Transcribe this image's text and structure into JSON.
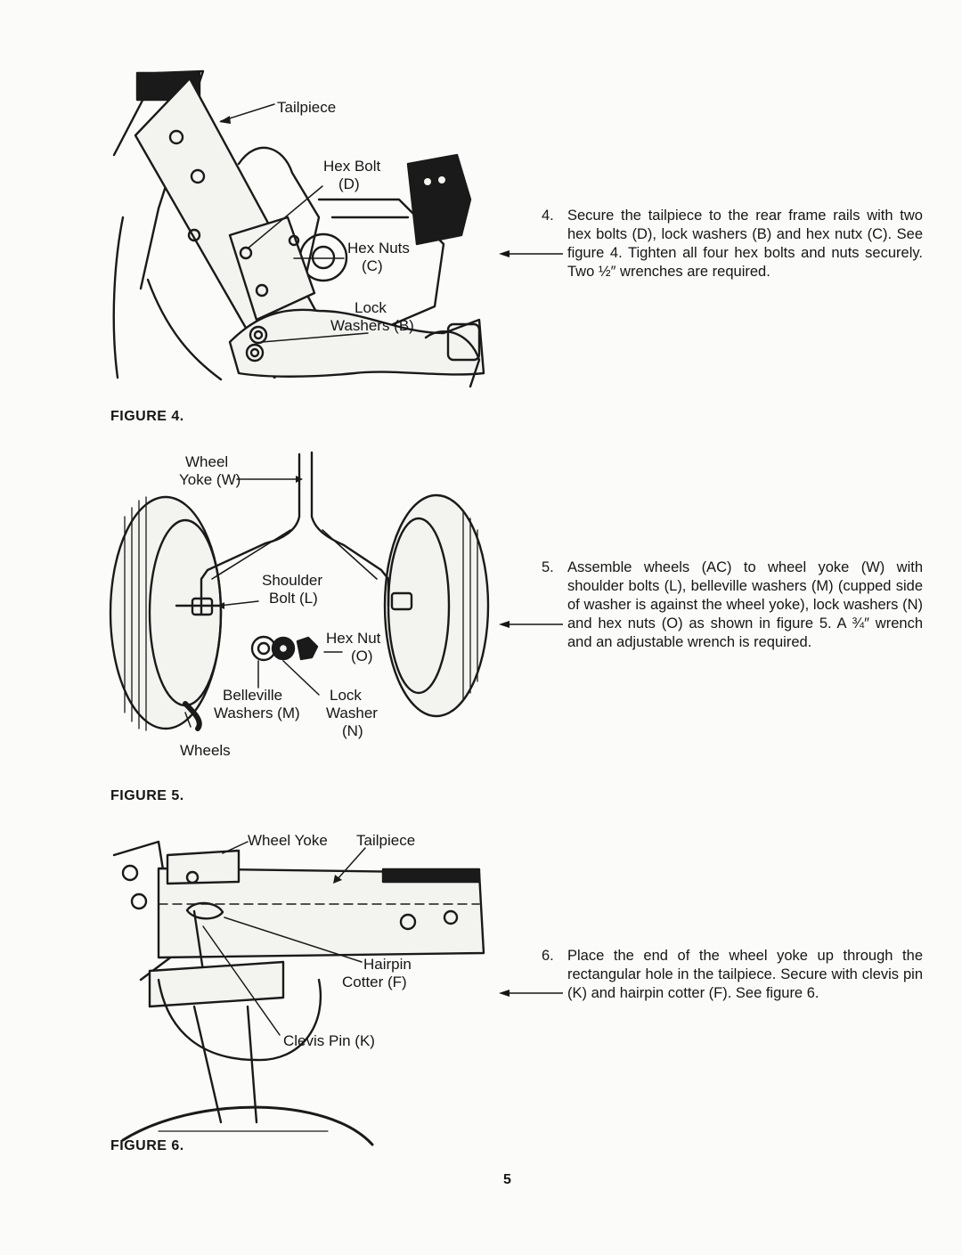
{
  "figure4": {
    "caption": "FIGURE 4.",
    "labels": {
      "tailpiece": "Tailpiece",
      "hex_bolt": "Hex Bolt",
      "hex_bolt_code": "(D)",
      "hex_nuts": "Hex Nuts",
      "hex_nuts_code": "(C)",
      "lock": "Lock",
      "lock_washers": "Washers (B)"
    }
  },
  "figure5": {
    "caption": "FIGURE 5.",
    "labels": {
      "wheel": "Wheel",
      "yoke": "Yoke (W)",
      "shoulder": "Shoulder",
      "bolt": "Bolt (L)",
      "hex_nut": "Hex Nut",
      "hex_nut_code": "(O)",
      "belleville": "Belleville",
      "washers_m": "Washers (M)",
      "lock": "Lock",
      "washer": "Washer",
      "washer_code": "(N)",
      "wheels": "Wheels"
    }
  },
  "figure6": {
    "caption": "FIGURE 6.",
    "labels": {
      "wheel_yoke": "Wheel Yoke",
      "tailpiece": "Tailpiece",
      "hairpin": "Hairpin",
      "cotter": "Cotter (F)",
      "clevis_pin": "Clevis Pin (K)"
    }
  },
  "steps": [
    {
      "number": "4.",
      "text": "Secure the tailpiece to the rear frame rails with two hex bolts (D), lock washers (B) and hex nutx (C). See figure 4. Tighten all four hex bolts and nuts securely. Two ½″ wrenches are required."
    },
    {
      "number": "5.",
      "text": "Assemble wheels (AC) to wheel yoke (W) with shoulder bolts (L), belleville washers (M) (cupped side of washer is against the wheel yoke), lock washers (N) and hex nuts (O) as shown in figure 5. A ¾″ wrench and an adjustable wrench is required."
    },
    {
      "number": "6.",
      "text": "Place the end of the wheel yoke up through the rectangular hole in the tailpiece. Secure with clevis pin (K) and hairpin cotter (F). See figure 6."
    }
  ],
  "page_number": "5"
}
